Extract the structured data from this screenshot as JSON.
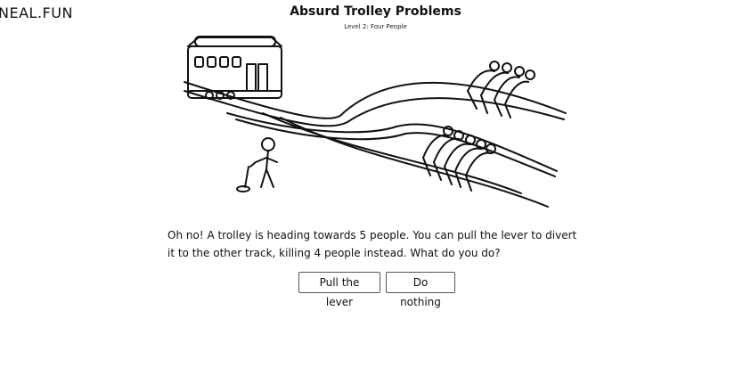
{
  "header": {
    "logo_text": "NEAL.FUN",
    "title": "Absurd Trolley Problems",
    "level_label": "Level 2: Four People"
  },
  "scene": {
    "main_track_victims": 5,
    "side_track_victims": 4,
    "icons": {
      "trolley": "trolley-icon",
      "lever_person": "person-at-lever-icon",
      "lever": "lever-icon",
      "people_group": "tied-people-icon"
    }
  },
  "question": {
    "text": "Oh no! A trolley is heading towards 5 people. You can pull the lever to divert it to the other track, killing 4 people instead. What do you do?"
  },
  "choices": {
    "pull_label": "Pull the lever",
    "nothing_label": "Do nothing"
  }
}
